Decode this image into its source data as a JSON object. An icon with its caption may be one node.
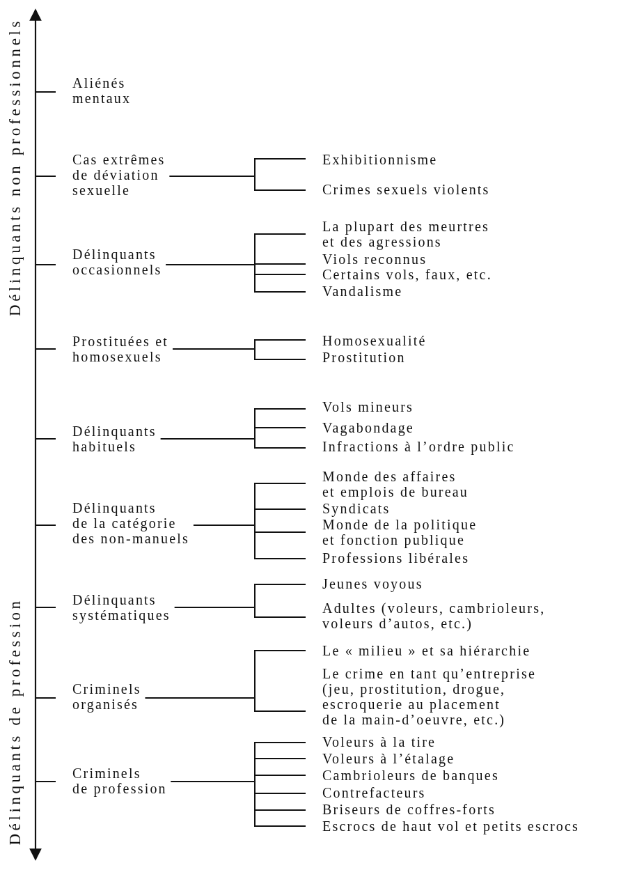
{
  "diagram": {
    "nodes": [
      {
        "text": [
          "Aliénés mentaux"
        ]
      },
      {
        "text": [
          "Cas extrêmes de déviation sexuelle"
        ]
      },
      {
        "text": [
          "Exhibitionnisme"
        ]
      },
      {
        "text": [
          "Crimes sexuels violents"
        ]
      },
      {
        "text": [
          "Délinquants occasionnels"
        ]
      },
      {
        "text": [
          "La plupart des meurtres et des agressions"
        ]
      },
      {
        "text": [
          "Viols reconnus"
        ]
      },
      {
        "text": [
          "Certains vols, faux, etc."
        ]
      },
      {
        "text": [
          "Vandalisme"
        ]
      },
      {
        "text": [
          "Prostituées et homosexuels"
        ]
      },
      {
        "text": [
          "Homosexualité"
        ]
      },
      {
        "text": [
          "Prostitution"
        ]
      },
      {
        "text": [
          "Délinquants habituels"
        ]
      },
      {
        "text": [
          "Vols mineurs"
        ]
      },
      {
        "text": [
          "Vagabondage"
        ]
      },
      {
        "text": [
          "Infractions à l’ordre public"
        ]
      },
      {
        "text": [
          "Délinquants de la catégorie des non-manuels"
        ]
      },
      {
        "text": [
          "Monde des affaires et emplois de bureau"
        ]
      },
      {
        "text": [
          "Syndicats"
        ]
      },
      {
        "text": [
          "Monde de la politique et fonction publique"
        ]
      },
      {
        "text": [
          "Professions libérales"
        ]
      },
      {
        "text": [
          "Délinquants systématiques"
        ]
      },
      {
        "text": [
          "Jeunes voyous"
        ]
      },
      {
        "text": [
          "Adultes (voleurs, cambrioleurs, voleurs d’autos, etc.)"
        ]
      },
      {
        "text": [
          "Criminels organisés"
        ]
      },
      {
        "text": [
          "Le « milieu » et sa hiérarchie"
        ]
      },
      {
        "text": [
          "Le crime en tant qu’entreprise (jeu, prostitution, drogue, escroquerie au placement de la main-d’oeuvre, etc.)"
        ]
      },
      {
        "text": [
          "Criminels de profession"
        ]
      },
      {
        "text": [
          "Voleurs à la tire"
        ]
      },
      {
        "text": [
          "Voleurs à l’étalage"
        ]
      },
      {
        "text": [
          "Cambrioleurs de banques"
        ]
      },
      {
        "text": [
          "Contrefacteurs"
        ]
      },
      {
        "text": [
          "Briseurs de coffres-forts"
        ]
      },
      {
        "text": [
          "Escrocs de haut vol et petits escrocs"
        ]
      }
    ],
    "edges": [
      {
        "from": 1,
        "to": 2,
        "arrow": "none"
      },
      {
        "from": 1,
        "to": 3,
        "arrow": "none"
      },
      {
        "from": 4,
        "to": 5,
        "arrow": "none"
      },
      {
        "from": 4,
        "to": 6,
        "arrow": "none"
      },
      {
        "from": 4,
        "to": 7,
        "arrow": "none"
      },
      {
        "from": 4,
        "to": 8,
        "arrow": "none"
      },
      {
        "from": 9,
        "to": 10,
        "arrow": "none"
      },
      {
        "from": 9,
        "to": 11,
        "arrow": "none"
      },
      {
        "from": 12,
        "to": 13,
        "arrow": "none"
      },
      {
        "from": 12,
        "to": 14,
        "arrow": "none"
      },
      {
        "from": 12,
        "to": 15,
        "arrow": "none"
      },
      {
        "from": 16,
        "to": 17,
        "arrow": "none"
      },
      {
        "from": 16,
        "to": 18,
        "arrow": "none"
      },
      {
        "from": 16,
        "to": 19,
        "arrow": "none"
      },
      {
        "from": 16,
        "to": 20,
        "arrow": "none"
      },
      {
        "from": 21,
        "to": 22,
        "arrow": "none"
      },
      {
        "from": 21,
        "to": 23,
        "arrow": "none"
      },
      {
        "from": 24,
        "to": 25,
        "arrow": "none"
      },
      {
        "from": 24,
        "to": 26,
        "arrow": "none"
      },
      {
        "from": 27,
        "to": 28,
        "arrow": "none"
      },
      {
        "from": 27,
        "to": 29,
        "arrow": "none"
      },
      {
        "from": 27,
        "to": 30,
        "arrow": "none"
      },
      {
        "from": 27,
        "to": 31,
        "arrow": "none"
      },
      {
        "from": 27,
        "to": 32,
        "arrow": "none"
      },
      {
        "from": 27,
        "to": 33,
        "arrow": "none"
      }
    ],
    "labels": [
      "Délinquants non professionnels",
      "Délinquants de profession"
    ]
  }
}
